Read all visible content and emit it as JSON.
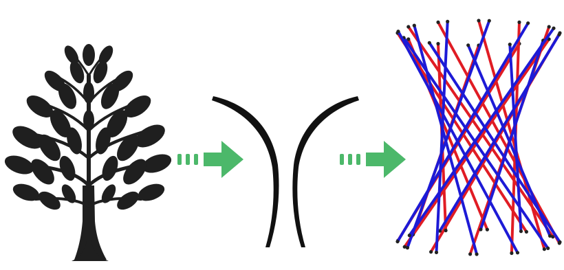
{
  "figure": {
    "panels": [
      {
        "id": "tree",
        "icon": "tree-silhouette-icon",
        "color": "#1f1f1f"
      },
      {
        "id": "profile",
        "icon": "hyperbolic-profile-curves-icon",
        "color": "#111111"
      },
      {
        "id": "hyperboloid",
        "icon": "hyperboloid-rod-structure-icon"
      }
    ],
    "arrows": [
      {
        "from": "tree",
        "to": "profile",
        "color": "#4cb86a",
        "style": "dashed-tail"
      },
      {
        "from": "profile",
        "to": "hyperboloid",
        "color": "#4cb86a",
        "style": "dashed-tail"
      }
    ],
    "hyperboloid_rods": [
      {
        "family": "clockwise",
        "color": "#e01c24",
        "count": 12
      },
      {
        "family": "counterclockwise",
        "color": "#1d1ad6",
        "count": 12
      }
    ]
  }
}
